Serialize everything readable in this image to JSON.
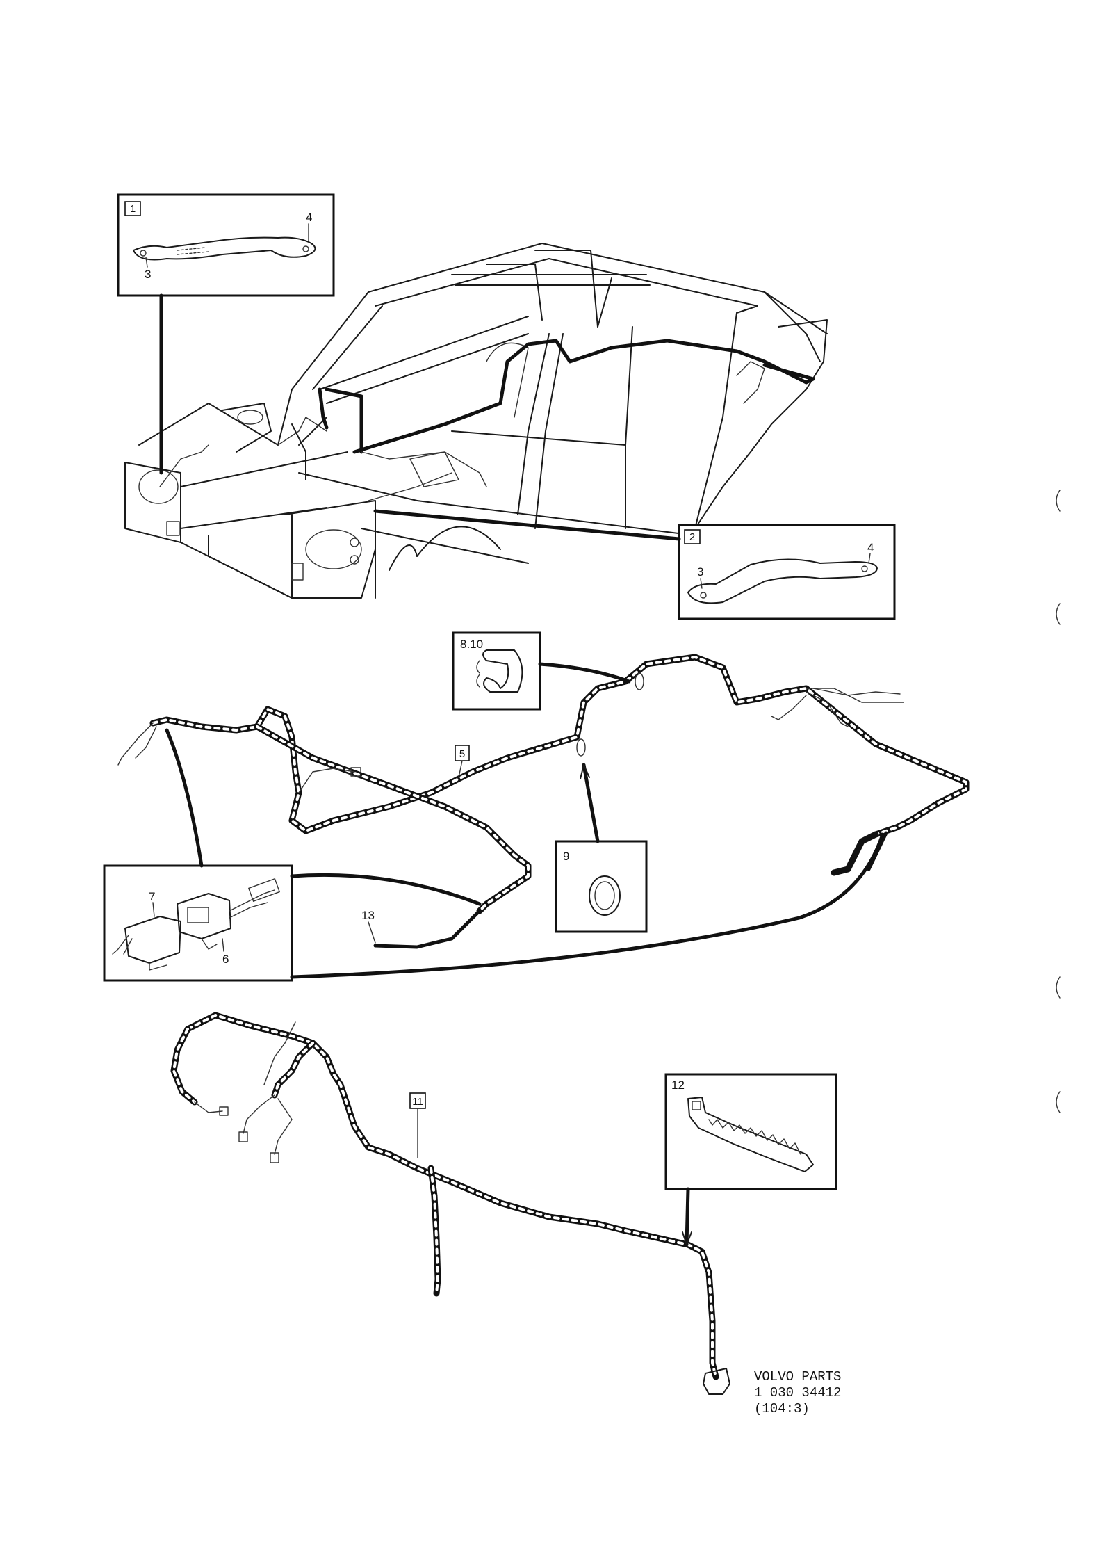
{
  "diagram": {
    "callouts": {
      "box1_id": "1",
      "box1_a": "4",
      "box1_b": "3",
      "box2_id": "2",
      "box2_a": "3",
      "box2_b": "4",
      "box810": "8.10",
      "harness5": "5",
      "box9": "9",
      "box_conn_a": "7",
      "box_conn_b": "6",
      "lead13": "13",
      "harness11": "11",
      "box12": "12"
    },
    "stamp": {
      "line1": "VOLVO  PARTS",
      "line2": "1  030  34412",
      "line3": "(104:3)"
    }
  }
}
